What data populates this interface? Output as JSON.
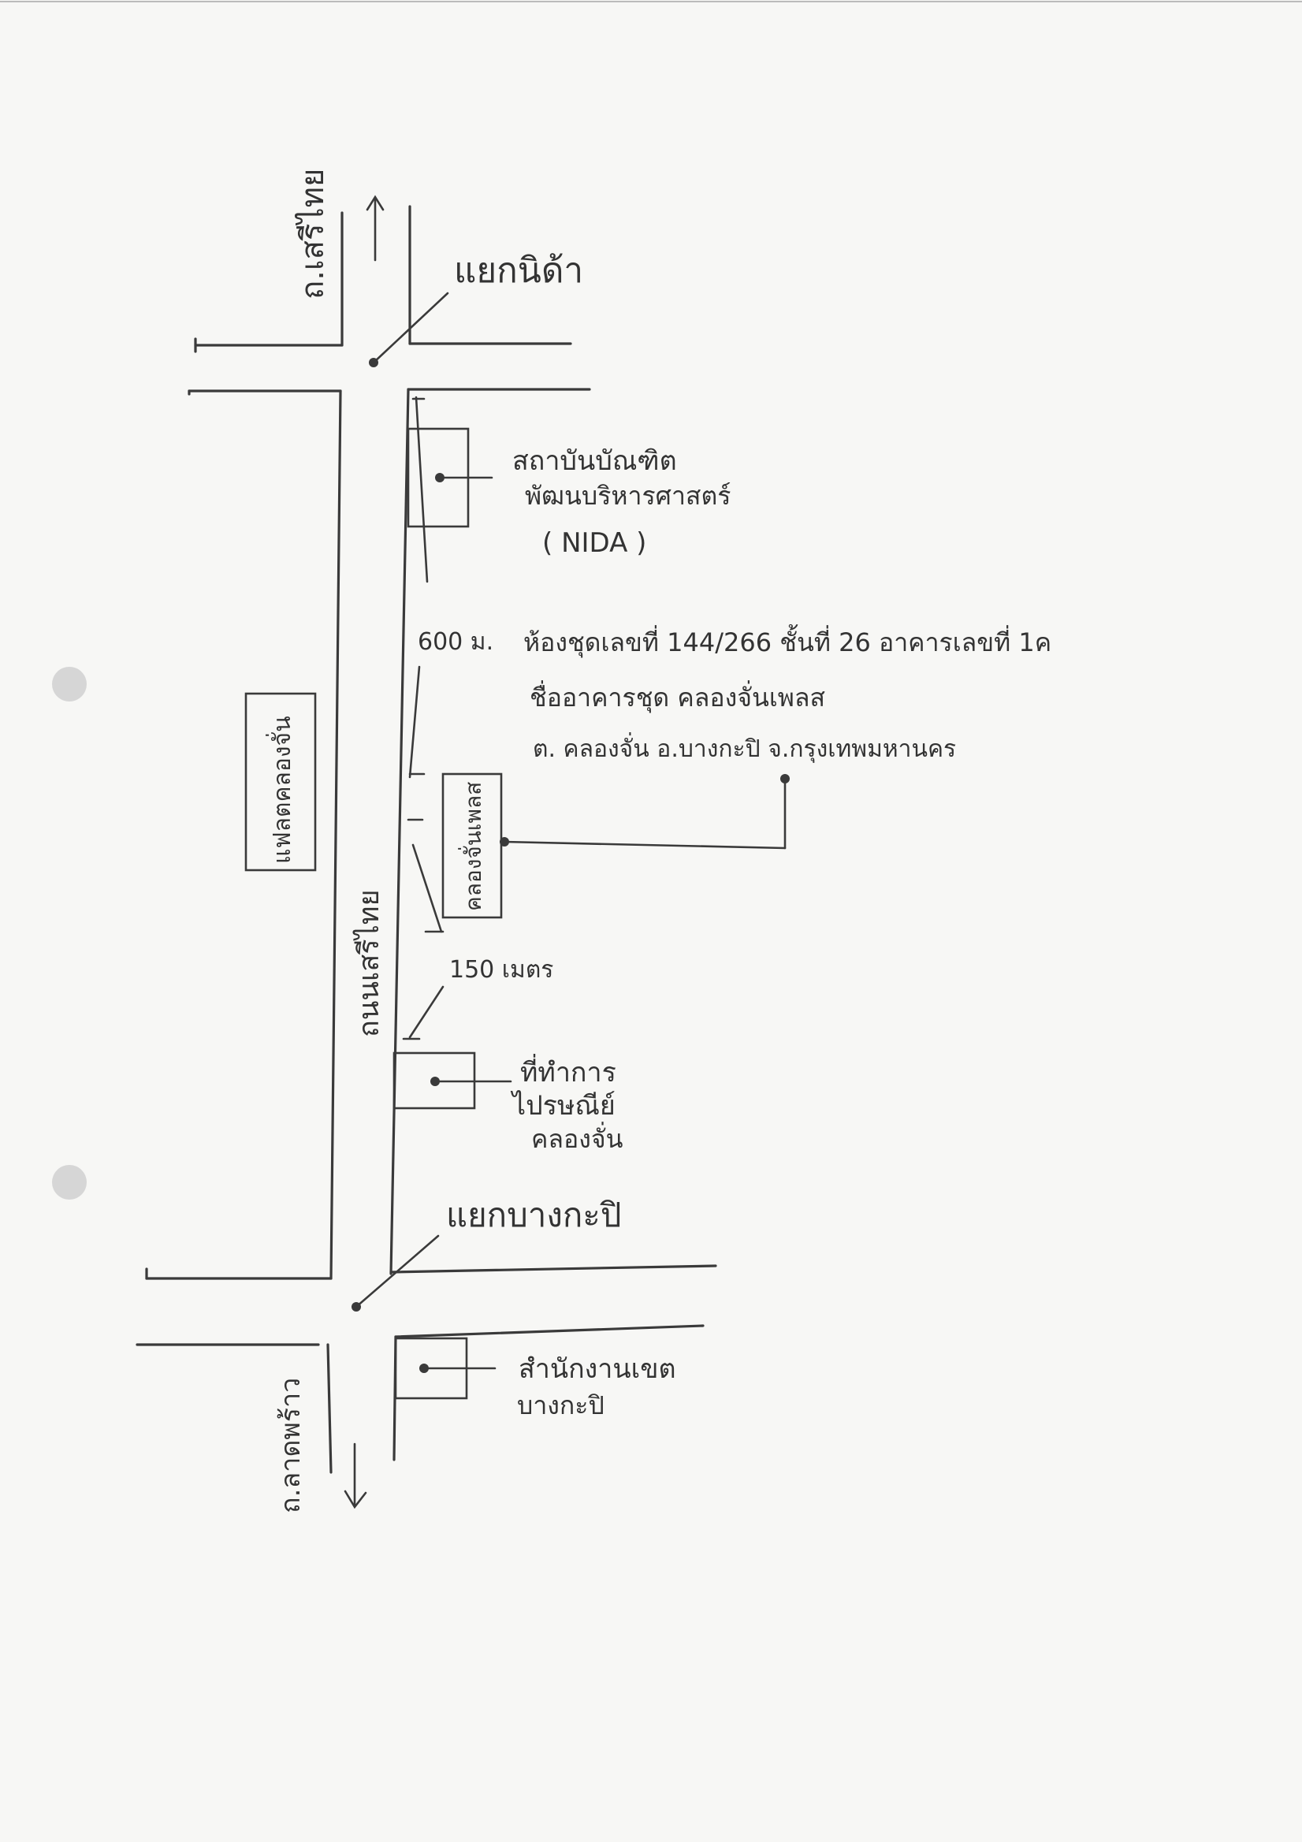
{
  "roads": {
    "north_label": "ถ.เสรีไทย",
    "main_label": "ถนนเสรีไทย",
    "south_label": "ถ.ลาดพร้าว"
  },
  "intersections": {
    "north": "แยกนิด้า",
    "south": "แยกบางกะปิ"
  },
  "places": {
    "nida_line1": "สถาบันบัณฑิต",
    "nida_line2": "พัฒนบริหารศาสตร์",
    "nida_line3": "( NIDA )",
    "market": "คลองจั่นเพลส",
    "klongchan_flat": "แฟลตคลองจั่น",
    "post_line1": "ที่ทำการ",
    "post_line2": "ไปรษณีย์",
    "post_line3": "คลองจั่น",
    "district_line1": "สำนักงานเขต",
    "district_line2": "บางกะปิ"
  },
  "address": {
    "line1": "ห้องชุดเลขที่ 144/266 ชั้นที่ 26 อาคารเลขที่ 1ค",
    "line2": "ชื่ออาคารชุด คลองจั่นเพลส",
    "line3": "ต. คลองจั่น อ.บางกะปิ จ.กรุงเทพมหานคร"
  },
  "distances": {
    "d600": "600 ม.",
    "d150": "150 เมตร"
  },
  "icons": [
    "arrow-up-icon",
    "arrow-down-icon",
    "location-dot-icon"
  ],
  "colors": {
    "ink": "#3a3a3a",
    "paper": "#f7f7f5"
  }
}
